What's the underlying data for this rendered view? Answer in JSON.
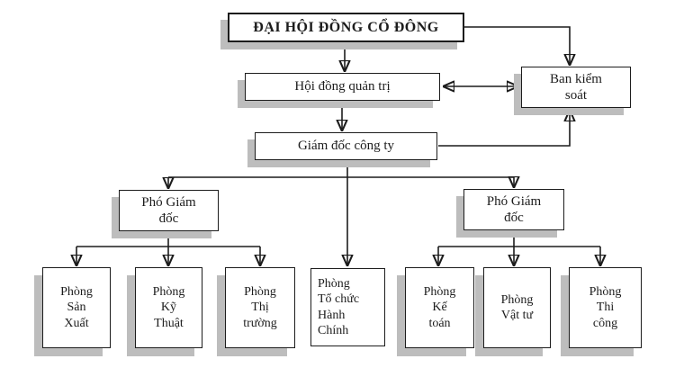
{
  "diagram": {
    "type": "org-chart",
    "language": "Vietnamese",
    "colors": {
      "background": "#ffffff",
      "box_fill": "#ffffff",
      "box_border": "#1c1c1c",
      "box_shadow": "#bdbdbd",
      "line": "#1c1c1c",
      "text": "#1c1c1c"
    },
    "nodes": {
      "shareholders": {
        "label": "ĐẠI HỘI ĐỒNG CỔ ĐÔNG"
      },
      "board": {
        "label": "Hội đồng quản trị"
      },
      "supervisory": {
        "label": "Ban kiểm\nsoát"
      },
      "director": {
        "label": "Giám đốc công ty"
      },
      "deputy_left": {
        "label": "Phó Giám\nđốc"
      },
      "deputy_right": {
        "label": "Phó Giám\nđốc"
      },
      "dept_san_xuat": {
        "label": "Phòng\nSản\nXuất"
      },
      "dept_ky_thuat": {
        "label": "Phòng\nKỹ\nThuật"
      },
      "dept_thi_truong": {
        "label": "Phòng\nThị\ntrường"
      },
      "dept_to_chuc_hanh_chinh": {
        "label": "Phòng\nTổ chức\nHành\nChính"
      },
      "dept_ke_toan": {
        "label": "Phòng\nKế\ntoán"
      },
      "dept_vat_tu": {
        "label": "Phòng\nVật tư"
      },
      "dept_thi_cong": {
        "label": "Phòng\nThi\ncông"
      }
    },
    "edges": [
      {
        "from": "shareholders",
        "to": "board",
        "style": "arrow"
      },
      {
        "from": "shareholders",
        "to": "supervisory",
        "style": "arrow"
      },
      {
        "from": "board",
        "to": "supervisory",
        "style": "double-arrow"
      },
      {
        "from": "board",
        "to": "director",
        "style": "arrow"
      },
      {
        "from": "director",
        "to": "supervisory",
        "style": "arrow"
      },
      {
        "from": "director",
        "to": "deputy_left",
        "style": "arrow"
      },
      {
        "from": "director",
        "to": "deputy_right",
        "style": "arrow"
      },
      {
        "from": "director",
        "to": "dept_to_chuc_hanh_chinh",
        "style": "arrow"
      },
      {
        "from": "deputy_left",
        "to": "dept_san_xuat",
        "style": "arrow"
      },
      {
        "from": "deputy_left",
        "to": "dept_ky_thuat",
        "style": "arrow"
      },
      {
        "from": "deputy_left",
        "to": "dept_thi_truong",
        "style": "arrow"
      },
      {
        "from": "deputy_right",
        "to": "dept_ke_toan",
        "style": "arrow"
      },
      {
        "from": "deputy_right",
        "to": "dept_vat_tu",
        "style": "arrow"
      },
      {
        "from": "deputy_right",
        "to": "dept_thi_cong",
        "style": "arrow"
      }
    ]
  }
}
